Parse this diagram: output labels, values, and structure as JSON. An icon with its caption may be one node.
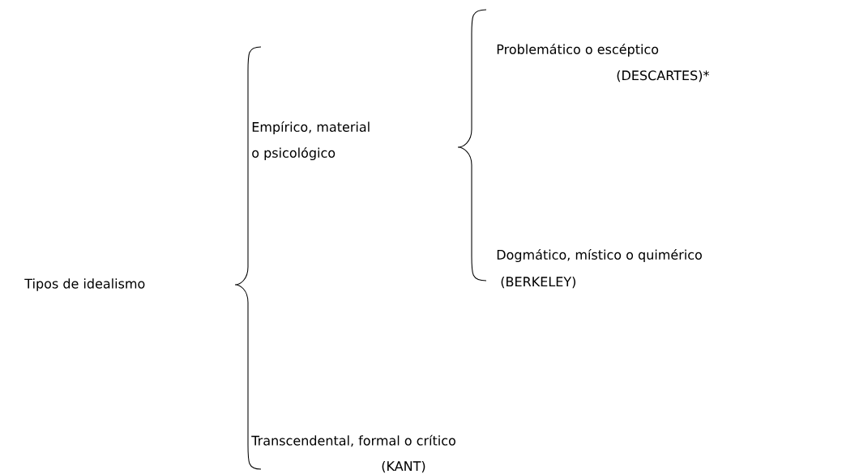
{
  "diagram": {
    "labels": [
      "Problemático o escéptico",
      "(DESCARTES)*",
      "Empírico, material",
      "o psicológico",
      "Dogmático, místico o quimérico",
      "Tipos de idealismo",
      "(BERKELEY)",
      "Transcendental, formal o crítico",
      "(KANT)"
    ]
  }
}
